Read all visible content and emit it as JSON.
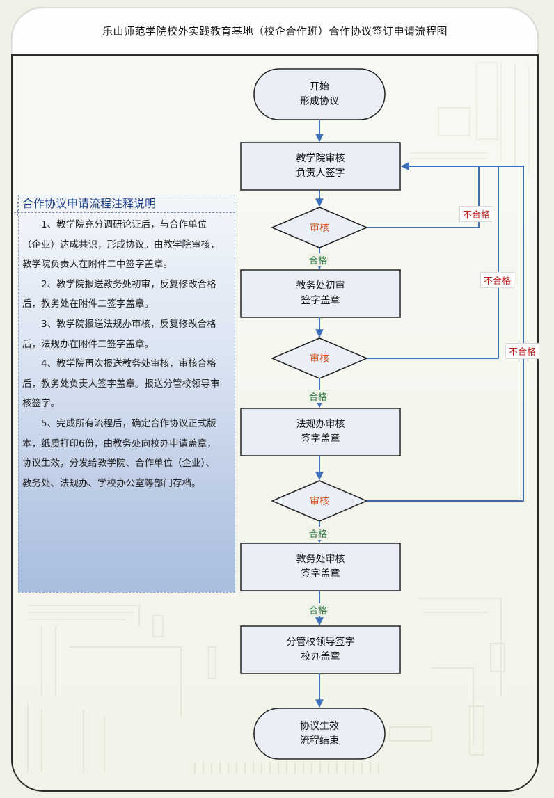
{
  "title": "乐山师范学院校外实践教育基地（校企合作班）合作协议签订申请流程图",
  "notes": {
    "heading": "合作协议申请流程注释说明",
    "items": [
      "1、教学院充分调研论证后，与合作单位（企业）达成共识，形成协议。由教学院审核，教学院负责人在附件二中签字盖章。",
      "2、教学院报送教务处初审，反复修改合格后，教务处在附件二签字盖章。",
      "3、教学院报送法规办审核，反复修改合格后，法规办在附件二签字盖章。",
      "4、教学院再次报送教务处审核，审核合格后，教务处负责人签字盖章。报送分管校领导审核签字。",
      "5、完成所有流程后，确定合作协议正式版本，纸质打印6份，由教务处向校办申请盖章，协议生效，分发给教学院、合作单位（企业）、教务处、法规办、学校办公室等部门存档。"
    ]
  },
  "flow": {
    "start": {
      "line1": "开始",
      "line2": "形成协议"
    },
    "step1": {
      "line1": "教学院审核",
      "line2": "负责人签字"
    },
    "review1": "审核",
    "pass1": "合格",
    "step2": {
      "line1": "教务处初审",
      "line2": "签字盖章"
    },
    "review2": "审核",
    "pass2": "合格",
    "step3": {
      "line1": "法规办审核",
      "line2": "签字盖章"
    },
    "review3": "审核",
    "pass3": "合格",
    "step4": {
      "line1": "教务处审核",
      "line2": "签字盖章"
    },
    "pass4": "合格",
    "step5": {
      "line1": "分管校领导签字",
      "line2": "校办盖章"
    },
    "end": {
      "line1": "协议生效",
      "line2": "流程结束"
    },
    "fail1": "不合格",
    "fail2": "不合格",
    "fail3": "不合格"
  },
  "colors": {
    "box_fill": "#e9eef7",
    "box_stroke": "#222222",
    "arrow": "#3f6fb8",
    "review_text": "#d05020",
    "pass_text": "#2e7b45",
    "fail_text": "#c0201a"
  }
}
